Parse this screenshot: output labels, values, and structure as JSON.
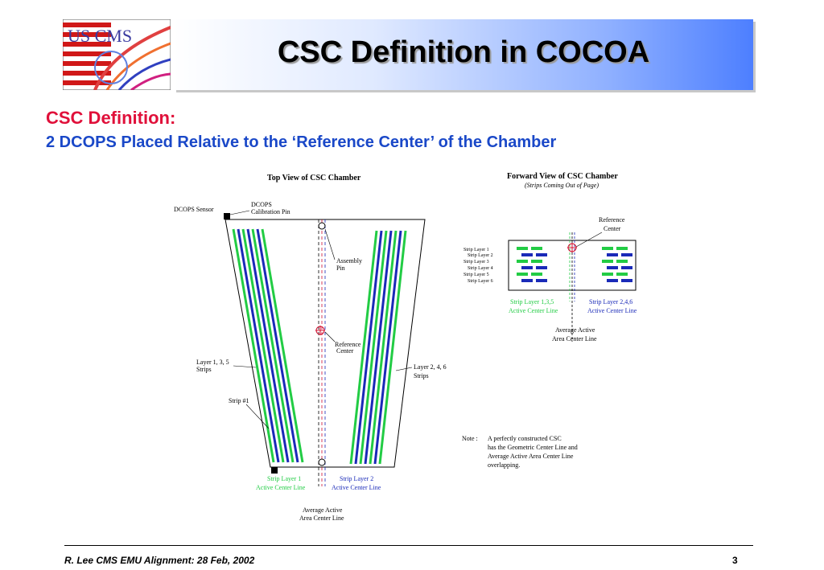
{
  "slide": {
    "title": "CSC Definition in COCOA",
    "subtitle": "CSC Definition:",
    "subtitle2": "2 DCOPS Placed Relative to the ‘Reference Center’ of the Chamber",
    "footer_left": "R. Lee CMS EMU Alignment: 28 Feb, 2002",
    "footer_right": "3"
  },
  "logo": {
    "text": "US CMS",
    "icon": "us-cms-logo"
  },
  "top_view": {
    "title": "Top View of CSC Chamber",
    "dcops_sensor": "DCOPS Sensor",
    "dcops_calib_1": "DCOPS",
    "dcops_calib_2": "Calibration Pin",
    "assembly_1": "Assembly",
    "assembly_2": "Pin",
    "ref_1": "Reference",
    "ref_2": "Center",
    "layer135_1": "Layer 1, 3, 5",
    "layer135_2": "Strips",
    "layer246_1": "Layer 2, 4, 6",
    "layer246_2": "Strips",
    "strip1": "Strip #1",
    "strip_layer1_1": "Strip Layer 1",
    "strip_layer1_2": "Active Center Line",
    "strip_layer2_1": "Strip Layer 2",
    "strip_layer2_2": "Active Center Line",
    "avg_1": "Average Active",
    "avg_2": "Area Center Line"
  },
  "forward_view": {
    "title": "Forward View of CSC Chamber",
    "subtitle": "(Strips Coming Out of Page)",
    "ref_1": "Reference",
    "ref_2": "Center",
    "layers": [
      "Strip Layer 1",
      "Strip Layer 2",
      "Strip Layer 3",
      "Strip Layer 4",
      "Strip Layer 5",
      "Strip Layer 6"
    ],
    "l135_1": "Strip Layer 1,3,5",
    "l135_2": "Active Center Line",
    "l246_1": "Strip Layer 2,4,6",
    "l246_2": "Active Center Line",
    "avg_1": "Average Active",
    "avg_2": "Area Center Line"
  },
  "note": {
    "label": "Note :",
    "lines": [
      "A perfectly constructed CSC",
      "has the Geometric Center Line and",
      "Average Active Area Center Line",
      "overlapping."
    ]
  },
  "colors": {
    "green": "#22cc44",
    "blue": "#1a2ab8",
    "red": "#d01030",
    "title_blue": "#1a48c8"
  }
}
